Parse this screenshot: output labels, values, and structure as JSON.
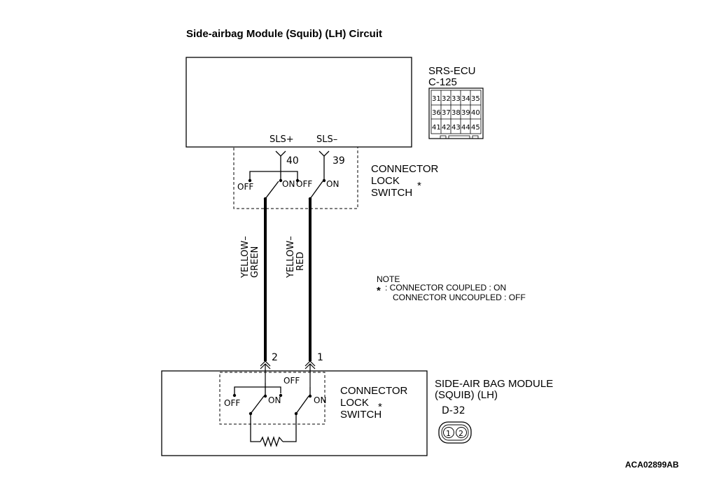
{
  "title": "Side-airbag Module (Squib) (LH) Circuit",
  "ecu": {
    "name": "SRS-ECU",
    "connector": "C-125",
    "pins_row1": [
      "31",
      "32",
      "33",
      "34",
      "35"
    ],
    "pins_row2": [
      "36",
      "37",
      "38",
      "39",
      "40"
    ],
    "pins_row3": [
      "41",
      "42",
      "43",
      "44",
      "45"
    ],
    "sls_plus": "SLS+",
    "sls_minus": "SLS–",
    "pin_plus": "40",
    "pin_minus": "39"
  },
  "switch_top": {
    "off_left": "OFF",
    "on_left": "ON",
    "off_right": "OFF",
    "on_right": "ON",
    "label_line1": "CONNECTOR",
    "label_line2": "LOCK",
    "label_line3": "SWITCH",
    "asterisk": "*"
  },
  "wires": {
    "left_line1": "YELLOW–",
    "left_line2": "GREEN",
    "right_line1": "YELLOW–",
    "right_line2": "RED"
  },
  "note": {
    "heading": "NOTE",
    "asterisk": "*",
    "line1": ": CONNECTOR COUPLED : ON",
    "line2": "CONNECTOR UNCOUPLED : OFF"
  },
  "module": {
    "pin_left": "2",
    "pin_right": "1",
    "name_line1": "SIDE-AIR BAG MODULE",
    "name_line2": "(SQUIB) (LH)",
    "connector": "D-32",
    "conn_pin1": "1",
    "conn_pin2": "2"
  },
  "switch_bottom": {
    "off_top": "OFF",
    "off_left": "OFF",
    "on_mid": "ON",
    "on_right": "ON",
    "label_line1": "CONNECTOR",
    "label_line2": "LOCK",
    "label_line3": "SWITCH",
    "asterisk": "*"
  },
  "figure_code": "ACA02899AB"
}
